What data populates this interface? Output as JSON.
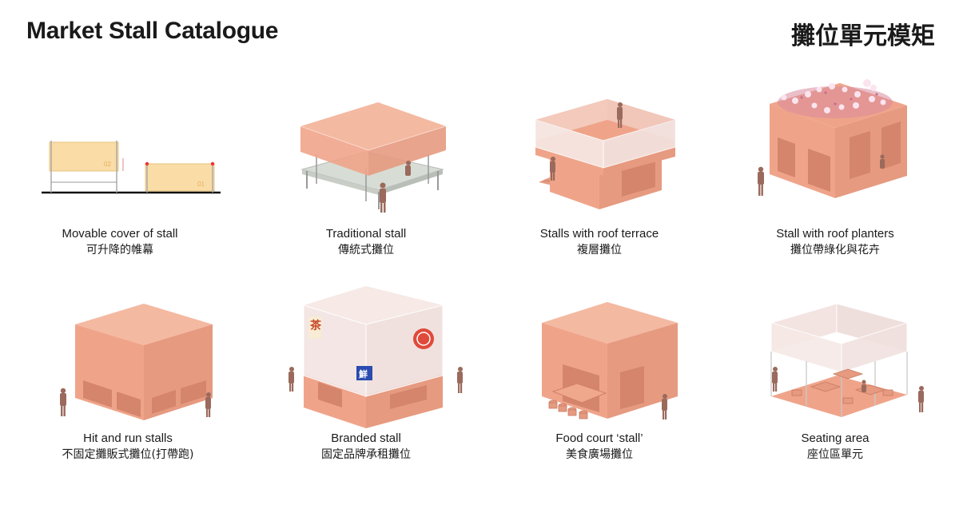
{
  "header": {
    "title_en": "Market Stall Catalogue",
    "title_zh": "攤位單元模矩"
  },
  "colors": {
    "stall": "#efa48a",
    "stall_dark": "#d98a72",
    "stall_side": "#e69a80",
    "glass": "#f3e4e2",
    "cover": "#f9dca6",
    "figure": "#9a6a5c"
  },
  "stalls": [
    {
      "en": "Movable cover of stall",
      "zh": "可升降的帷幕",
      "labels": [
        "02",
        "01"
      ]
    },
    {
      "en": "Traditional stall",
      "zh": "傳統式攤位"
    },
    {
      "en": "Stalls with roof terrace",
      "zh": "複層攤位"
    },
    {
      "en": "Stall with roof planters",
      "zh": "攤位帶綠化與花卉"
    },
    {
      "en": "Hit and run stalls",
      "zh": "不固定攤販式攤位(打帶跑)"
    },
    {
      "en": "Branded stall",
      "zh": "固定品牌承租攤位"
    },
    {
      "en": "Food court ‘stall’",
      "zh": "美食廣場攤位"
    },
    {
      "en": "Seating area",
      "zh": "座位區單元"
    }
  ]
}
